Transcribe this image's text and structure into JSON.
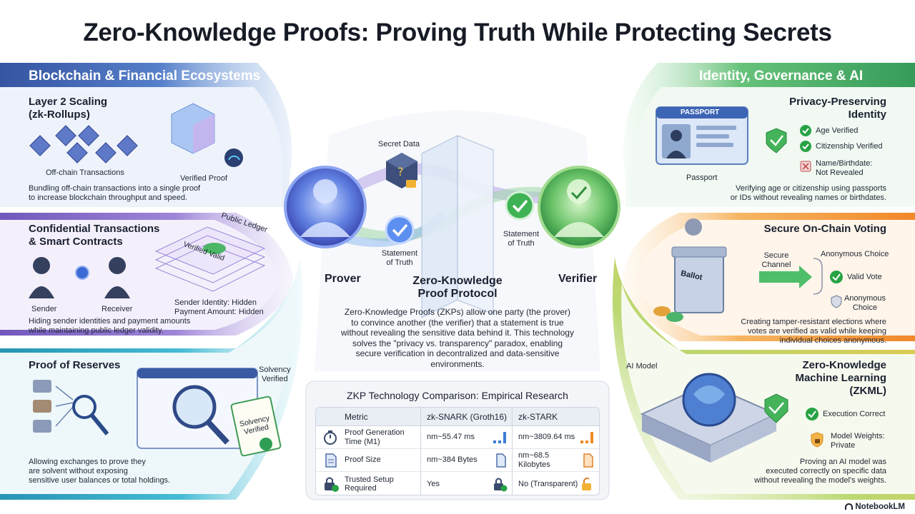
{
  "title": "Zero-Knowledge Proofs: Proving Truth While Protecting Secrets",
  "left_section": {
    "header": "Blockchain & Financial Ecosystems",
    "layer2": {
      "title_line1": "Layer 2 Scaling",
      "title_line2": "(zk-Rollups)",
      "offchain_label": "Off-chain Transactions",
      "verified_label": "Verified Proof",
      "desc_line1": "Bundling off-chain transactions into a single proof",
      "desc_line2": "to increase blockchain throughput and speed."
    },
    "confidential": {
      "title_line1": "Confidential Transactions",
      "title_line2": "& Smart Contracts",
      "ledger_label": "Public Ledger",
      "verified_valid": "Verified Valid",
      "sender": "Sender",
      "receiver": "Receiver",
      "hidden1": "Sender Identity: Hidden",
      "hidden2": "Payment Amount: Hidden",
      "desc_line1": "Hiding sender identities and payment amounts",
      "desc_line2": "while maintaining public ledger validity."
    },
    "reserves": {
      "title": "Proof of Reserves",
      "solvency_line1": "Solvency",
      "solvency_line2": "Verified",
      "stamp_line1": "Solvency",
      "stamp_line2": "Verified",
      "desc_line1": "Allowing exchanges to prove they",
      "desc_line2": "are solvent without exposing",
      "desc_line3": "sensitive user balances or total holdings."
    }
  },
  "center": {
    "secret_data": "Secret Data",
    "statement_left_1": "Statement",
    "statement_left_2": "of Truth",
    "statement_right_1": "Statement",
    "statement_right_2": "of Truth",
    "prover": "Prover",
    "verifier": "Verifier",
    "protocol_line1": "Zero-Knowledge",
    "protocol_line2": "Proof Protocol",
    "desc_lines": [
      "Zero-Knowledge Proofs (ZKPs) allow one party (the prover)",
      "to convince another (the verifier) that a statement is true",
      "without revealing the sensitive data behind it. This technology",
      "solves the \"privacy vs. transparency\" paradox, enabling",
      "secure verification in decontralized and data-sensitive",
      "environments."
    ]
  },
  "comparison": {
    "title": "ZKP Technology Comparison: Empirical Research",
    "headers": [
      "Metric",
      "zk-SNARK (Groth16)",
      "zk-STARK"
    ],
    "rows": [
      {
        "metric_line1": "Proof Generation",
        "metric_line2": "Time (M1)",
        "snark": "nm~55.47 ms",
        "stark": "nm~3809.64 ms",
        "icon": "stopwatch-icon"
      },
      {
        "metric_line1": "Proof Size",
        "metric_line2": "",
        "snark": "nm~384 Bytes",
        "stark": "nm~68.5 Kilobytes",
        "icon": "document-icon"
      },
      {
        "metric_line1": "Trusted Setup",
        "metric_line2": "Required",
        "snark": "Yes",
        "stark": "No (Transparent)",
        "icon": "lock-icon"
      }
    ]
  },
  "right_section": {
    "header": "Identity, Governance & AI",
    "identity": {
      "title_line1": "Privacy-Preserving",
      "title_line2": "Identity",
      "passport_header": "PASSPORT",
      "passport_caption": "Passport",
      "age": "Age Verified",
      "citizenship": "Citizenship Verified",
      "hidden_line1": "Name/Birthdate:",
      "hidden_line2": "Not Revealed",
      "desc_line1": "Verifying age or citizenship using passports",
      "desc_line2": "or IDs without revealing names or birthdates."
    },
    "voting": {
      "title": "Secure On-Chain Voting",
      "ballot": "Ballot",
      "channel_line1": "Secure",
      "channel_line2": "Channel",
      "anon_choice": "Anonymous Choice",
      "valid_vote": "Valid Vote",
      "anon2_line1": "Anonymous",
      "anon2_line2": "Choice",
      "desc_line1": "Creating tamper-resistant elections where",
      "desc_line2": "votes are verified as valid while keeping",
      "desc_line3": "individual choices anonymous."
    },
    "zkml": {
      "title_line1": "Zero-Knowledge",
      "title_line2": "Machine Learning",
      "title_line3": "(ZKML)",
      "ai_model": "AI Model",
      "execution": "Execution Correct",
      "weights_line1": "Model Weights:",
      "weights_line2": "Private",
      "desc_line1": "Proving an AI model was",
      "desc_line2": "executed correctly on specific data",
      "desc_line3": "without revealing the model's weights."
    }
  },
  "brand": "NotebookLM",
  "colors": {
    "blue_band": "#2f56a8",
    "purple_band": "#7a5cc4",
    "teal_band": "#1f9ab8",
    "green_band": "#2f9e55",
    "orange_band": "#ee8a2e",
    "check_green": "#27a244"
  }
}
